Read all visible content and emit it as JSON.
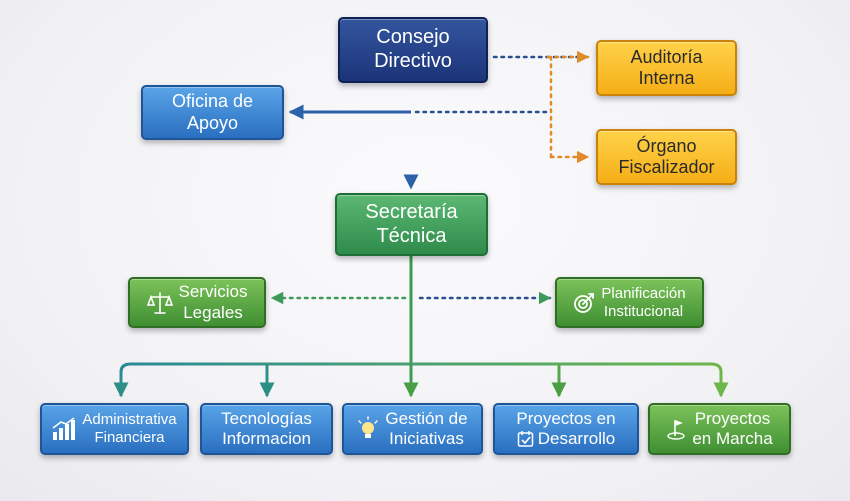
{
  "nodes": {
    "consejo": {
      "line1": "Consejo",
      "line2": "Directivo"
    },
    "oficina": {
      "line1": "Oficina de",
      "line2": "Apoyo"
    },
    "auditoria": {
      "line1": "Auditoría",
      "line2": "Interna"
    },
    "organo": {
      "line1": "Órgano",
      "line2": "Fiscalizador"
    },
    "secretaria": {
      "line1": "Secretaría",
      "line2": "Técnica"
    },
    "servicios": {
      "line1": "Servicios",
      "line2": "Legales",
      "icon": "scales-icon"
    },
    "planificacion": {
      "line1": "Planificación",
      "line2": "Institucional",
      "icon": "target-icon"
    },
    "administrativa": {
      "line1": "Administrativa",
      "line2": "Financiera",
      "icon": "bar-chart-icon"
    },
    "tecnologias": {
      "line1": "Tecnologías",
      "line2": "Informacion"
    },
    "gestion": {
      "line1": "Gestión de",
      "line2": "Iniciativas",
      "icon": "lightbulb-icon"
    },
    "proyectos_desarrollo": {
      "line1": "Proyectos en",
      "line2": "Desarrollo",
      "icon": "checklist-icon"
    },
    "proyectos_marcha": {
      "line1": "Proyectos",
      "line2": "en Marcha",
      "icon": "flag-icon"
    }
  },
  "colors": {
    "navy": "#1c3479",
    "blue": "#2a6fc0",
    "gold": "#f5ae16",
    "green": "#2e8b4a",
    "light_green": "#3f8f32",
    "orange_dotted": "#e08a2a",
    "teal_line": "#2a8a98"
  }
}
